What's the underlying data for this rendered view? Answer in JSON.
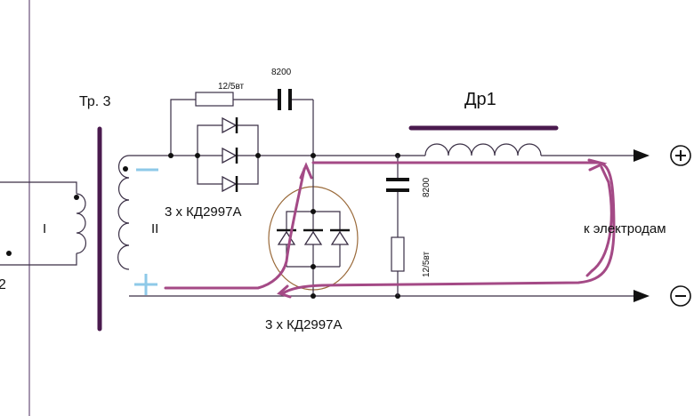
{
  "labels": {
    "transformer": "Тр. 3",
    "primary_winding": "I",
    "secondary_winding": "II",
    "left_partial_label": "2",
    "resistor_top": "12/5вт",
    "capacitor_top": "8200",
    "diode_group_top": "3 х КД2997А",
    "diode_group_bottom": "3 х КД2997А",
    "choke": "Др1",
    "capacitor_mid": "8200",
    "resistor_mid": "12/5вт",
    "to_electrodes": "к электродам",
    "plus_terminal": "+",
    "minus_terminal": "−",
    "winding_minus_mark": "−",
    "winding_plus_mark": "+"
  },
  "colors": {
    "wire": "#3a2f45",
    "current_path": "#a44a86",
    "polarity_mark": "#8ec9e8",
    "core_bar": "#4a1a4e",
    "circle_outline": "#9a6a3a",
    "left_border": "#6a4f7a"
  }
}
